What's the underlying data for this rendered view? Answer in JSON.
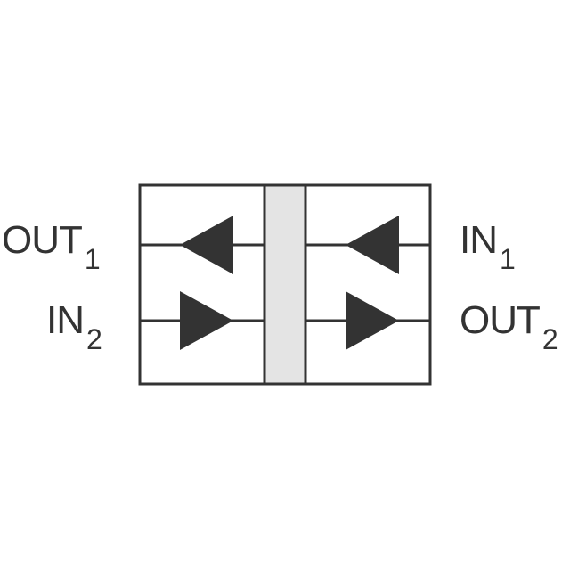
{
  "colors": {
    "line": "#333333",
    "arrow": "#333333",
    "barrier_fill": "#e4e4e4",
    "text": "#333333",
    "background": "#ffffff"
  },
  "pins": {
    "out1": {
      "name": "OUT",
      "sub": "1"
    },
    "in2": {
      "name": "IN",
      "sub": "2"
    },
    "in1": {
      "name": "IN",
      "sub": "1"
    },
    "out2": {
      "name": "OUT",
      "sub": "2"
    }
  },
  "channels": [
    {
      "left_arrow": "left",
      "right_arrow": "left"
    },
    {
      "left_arrow": "right",
      "right_arrow": "right"
    }
  ]
}
